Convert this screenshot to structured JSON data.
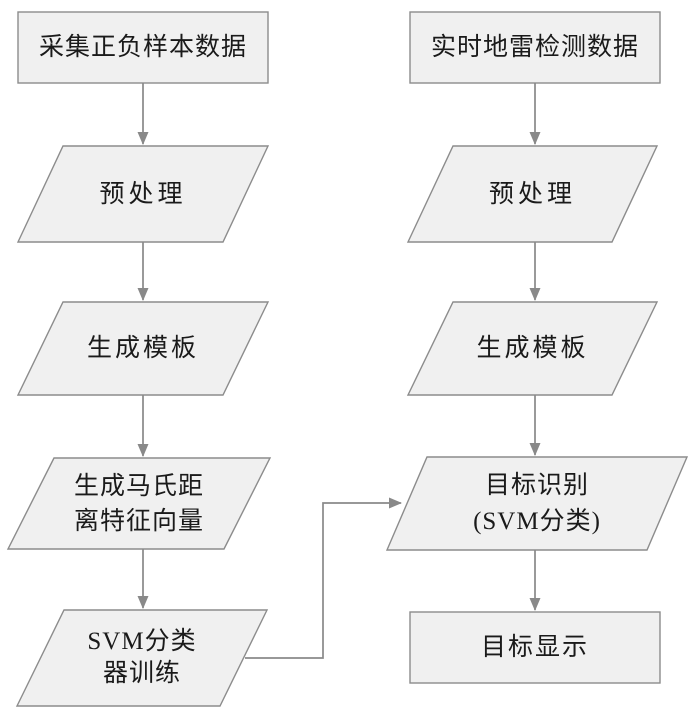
{
  "theme": {
    "bg": "#ffffff",
    "shape_fill": "#f0f0f0",
    "shape_stroke": "#8c8c8c",
    "arrow_color": "#898989",
    "text_color": "#1a1a1a"
  },
  "diagram": {
    "type": "flowchart",
    "columns": 2,
    "shape_legend": {
      "rect": "terminal / data source or output",
      "parallelogram": "process / data step"
    }
  },
  "nodes": {
    "collect_samples": {
      "label": "采集正负样本数据",
      "shape": "rect"
    },
    "preprocess_left": {
      "label": "预处理",
      "shape": "parallelogram"
    },
    "generate_template_left": {
      "label": "生成模板",
      "shape": "parallelogram"
    },
    "mahalanobis_vector": {
      "line1": "生成马氏距",
      "line2": "离特征向量",
      "shape": "parallelogram"
    },
    "svm_training": {
      "line1": "SVM分类",
      "line2": "器训练",
      "shape": "parallelogram"
    },
    "realtime_data": {
      "label": "实时地雷检测数据",
      "shape": "rect"
    },
    "preprocess_right": {
      "label": "预处理",
      "shape": "parallelogram"
    },
    "generate_template_right": {
      "label": "生成模板",
      "shape": "parallelogram"
    },
    "target_recognition": {
      "line1": "目标识别",
      "line2": "(SVM分类)",
      "shape": "parallelogram"
    },
    "target_display": {
      "label": "目标显示",
      "shape": "rect"
    }
  },
  "edges": [
    {
      "from": "collect_samples",
      "to": "preprocess_left"
    },
    {
      "from": "preprocess_left",
      "to": "generate_template_left"
    },
    {
      "from": "generate_template_left",
      "to": "mahalanobis_vector"
    },
    {
      "from": "mahalanobis_vector",
      "to": "svm_training"
    },
    {
      "from": "svm_training",
      "to": "target_recognition"
    },
    {
      "from": "realtime_data",
      "to": "preprocess_right"
    },
    {
      "from": "preprocess_right",
      "to": "generate_template_right"
    },
    {
      "from": "generate_template_right",
      "to": "target_recognition"
    },
    {
      "from": "target_recognition",
      "to": "target_display"
    }
  ]
}
